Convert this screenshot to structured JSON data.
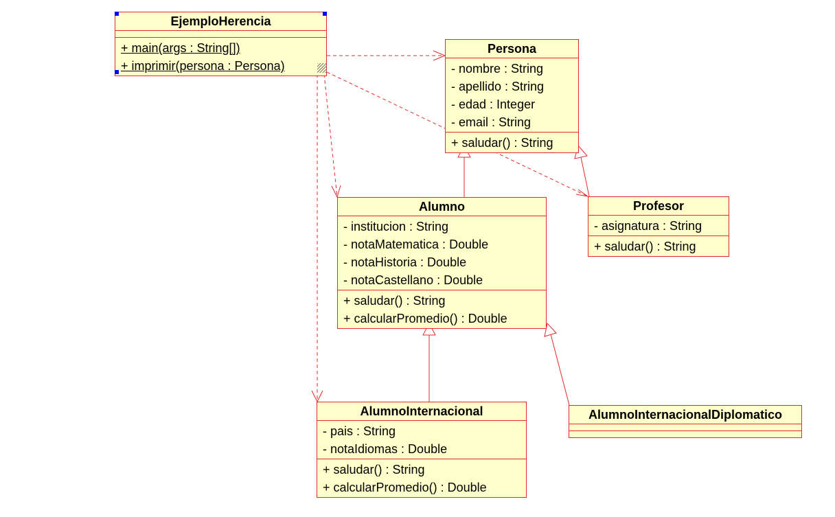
{
  "diagram": {
    "type": "uml-class-diagram",
    "colors": {
      "fill": "#ffffcc",
      "stroke": "#e32a2a",
      "selection_handle": "#0000ff"
    },
    "classes": {
      "ejemplo": {
        "name": "EjemploHerencia",
        "attributes": [],
        "operations": [
          "+ main(args : String[])",
          "+ imprimir(persona : Persona)"
        ]
      },
      "persona": {
        "name": "Persona",
        "attributes": [
          "- nombre : String",
          "- apellido : String",
          "- edad : Integer",
          "- email : String"
        ],
        "operations": [
          "+ saludar() : String"
        ]
      },
      "alumno": {
        "name": "Alumno",
        "attributes": [
          "- institucion : String",
          "- notaMatematica : Double",
          "- notaHistoria : Double",
          "- notaCastellano : Double"
        ],
        "operations": [
          "+ saludar() : String",
          "+ calcularPromedio() : Double"
        ]
      },
      "profesor": {
        "name": "Profesor",
        "attributes": [
          "- asignatura : String"
        ],
        "operations": [
          "+ saludar() : String"
        ]
      },
      "alumnoInternacional": {
        "name": "AlumnoInternacional",
        "attributes": [
          "- pais : String",
          "- notaIdiomas : Double"
        ],
        "operations": [
          "+ saludar() : String",
          "+ calcularPromedio() : Double"
        ]
      },
      "alumnoInternacionalDiplomatico": {
        "name": "AlumnoInternacionalDiplomatico",
        "attributes": [],
        "operations": []
      }
    },
    "relationships": [
      {
        "kind": "dependency",
        "from": "EjemploHerencia",
        "to": "Persona"
      },
      {
        "kind": "dependency",
        "from": "EjemploHerencia",
        "to": "Alumno"
      },
      {
        "kind": "dependency",
        "from": "EjemploHerencia",
        "to": "Profesor"
      },
      {
        "kind": "dependency",
        "from": "EjemploHerencia",
        "to": "AlumnoInternacional"
      },
      {
        "kind": "generalization",
        "from": "Alumno",
        "to": "Persona"
      },
      {
        "kind": "generalization",
        "from": "Profesor",
        "to": "Persona"
      },
      {
        "kind": "generalization",
        "from": "AlumnoInternacional",
        "to": "Alumno"
      },
      {
        "kind": "generalization",
        "from": "AlumnoInternacionalDiplomatico",
        "to": "Alumno"
      }
    ]
  }
}
